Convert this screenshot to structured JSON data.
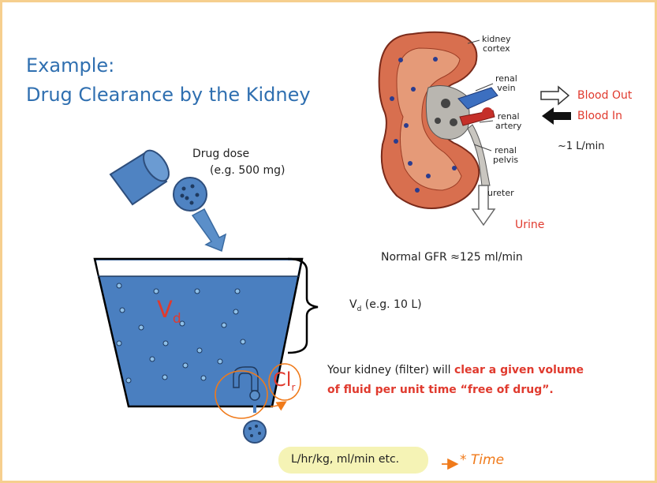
{
  "title": {
    "line1": "Example:",
    "line2": "Drug Clearance by the Kidney"
  },
  "dose": {
    "label": "Drug dose",
    "amount": "(e.g. 500 mg)"
  },
  "bucket": {
    "vd_symbol": "V",
    "vd_sub": "d",
    "vd_label_main": "V",
    "vd_label_sub": "d",
    "vd_label_rest": " (e.g. 10 L)"
  },
  "clearance": {
    "symbol": "Cl",
    "sub": "r"
  },
  "kidney": {
    "cortex": "kidney\ncortex",
    "vein": "renal\nvein",
    "artery": "renal\nartery",
    "pelvis": "renal\npelvis",
    "ureter": "ureter"
  },
  "flow": {
    "blood_out": "Blood Out",
    "blood_in": "Blood In",
    "rate": "~1 L/min",
    "urine": "Urine"
  },
  "gfr": "Normal GFR  ≈125 ml/min",
  "filter_text": {
    "prefix": "Your kidney (filter) will ",
    "highlight1": "clear a given volume",
    "line2": "of fluid per unit time “free of drug”."
  },
  "units": "L/hr/kg, ml/min etc.",
  "annotation": "→ * Time",
  "colors": {
    "accent_blue": "#2f6fb0",
    "fluid_blue": "#4a7fc0",
    "red": "#e03a2e",
    "annotation_orange": "#f07a1a",
    "border": "#f6cf8e"
  }
}
